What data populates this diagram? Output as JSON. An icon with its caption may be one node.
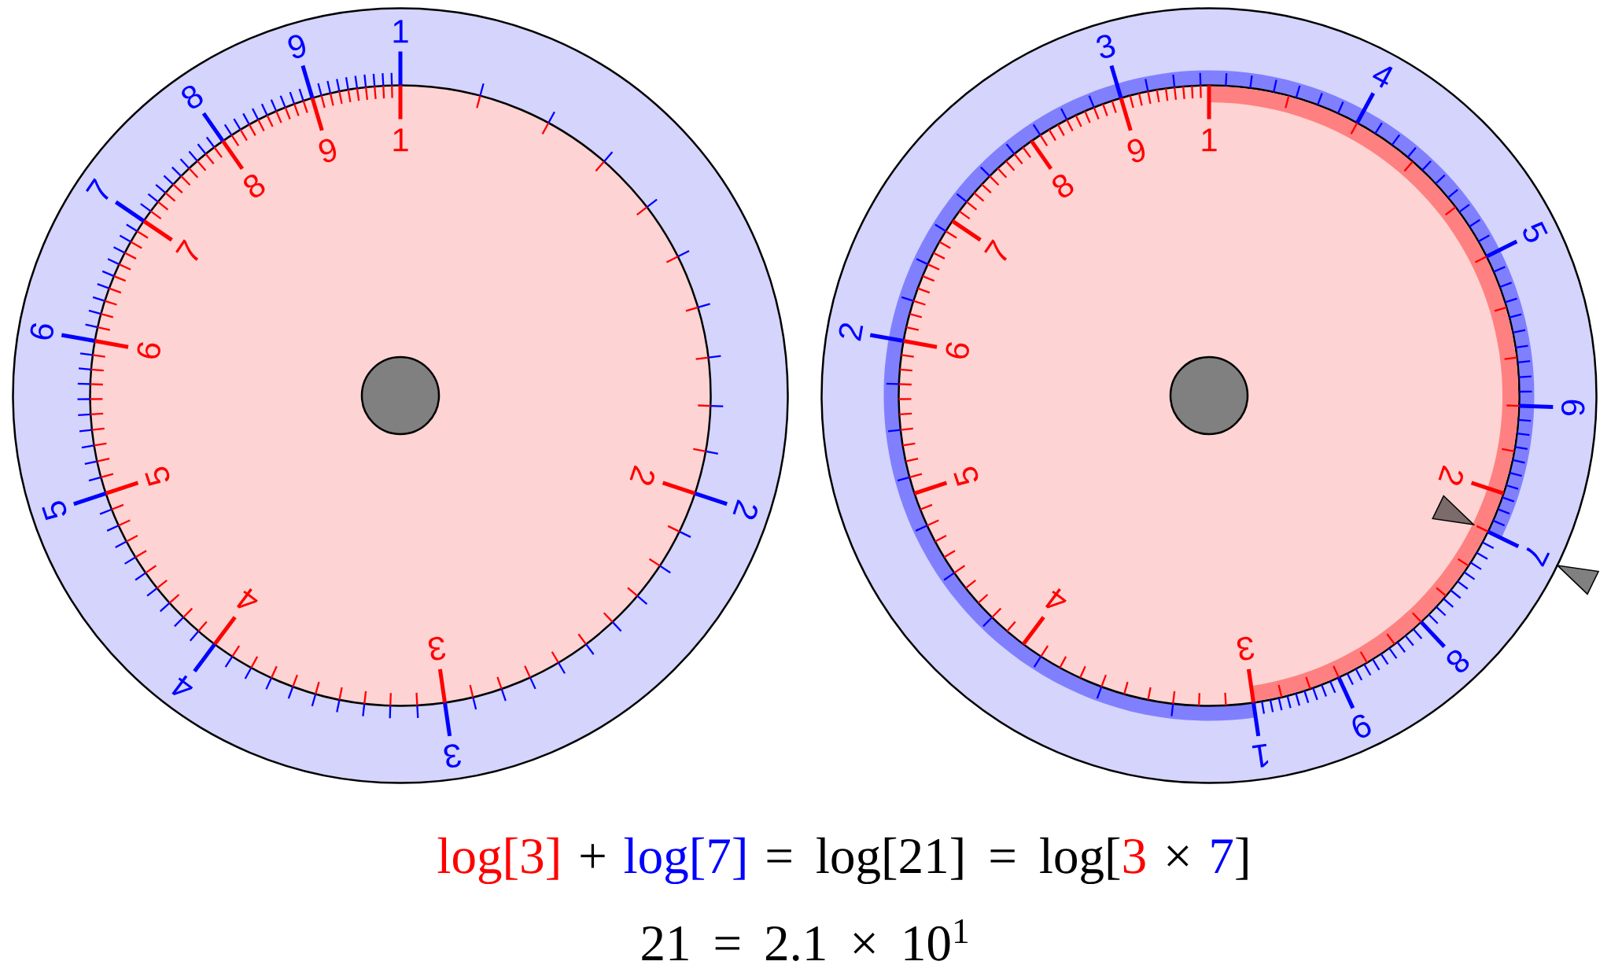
{
  "diagram": {
    "nodes": [
      {
        "text": [
          "1",
          "2",
          "3",
          "4",
          "5",
          "6",
          "7",
          "8",
          "9"
        ]
      },
      {
        "text": [
          "1",
          "2",
          "3",
          "4",
          "5",
          "6",
          "7",
          "8",
          "9"
        ],
        "in": 0
      },
      {
        "text": [],
        "shape": "circle",
        "in": 1
      },
      {
        "text": [
          "1",
          "2",
          "3",
          "4",
          "5",
          "6",
          "7",
          "8",
          "9"
        ]
      },
      {
        "text": [
          "1",
          "2",
          "3",
          "4",
          "5",
          "6",
          "7",
          "8",
          "9"
        ],
        "in": 3
      },
      {
        "text": [],
        "shape": "circle",
        "in": 4
      }
    ],
    "labels": [
      "log[3]",
      "+",
      "log[7]",
      "= log[21] = log[",
      "3",
      "×",
      "7",
      "]",
      "21 = 2.1 × 10$^{1}$"
    ]
  }
}
